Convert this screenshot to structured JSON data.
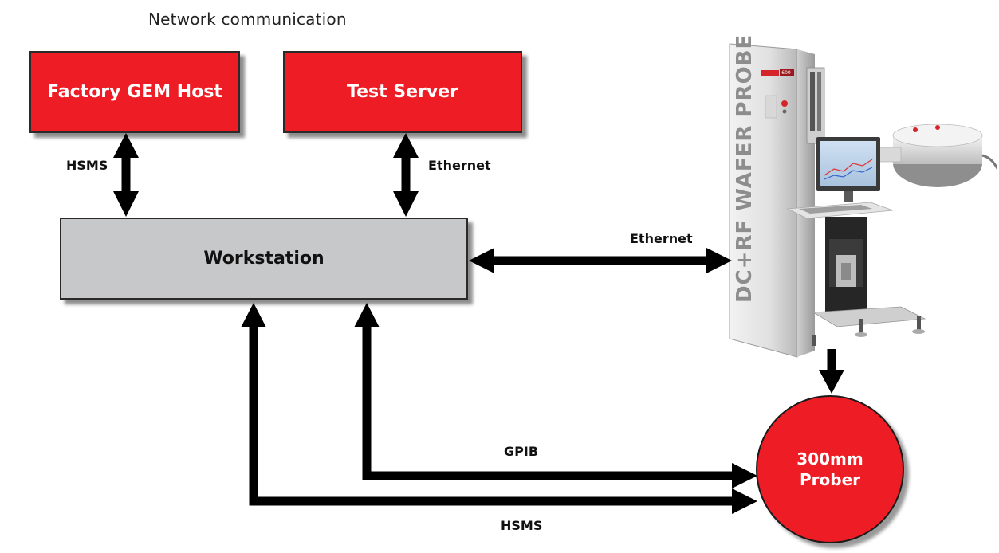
{
  "diagram": {
    "title": "Network communication",
    "nodes": {
      "factory_host": "Factory GEM Host",
      "test_server": "Test Server",
      "workstation": "Workstation",
      "prober_line1": "300mm",
      "prober_line2": "Prober"
    },
    "links": {
      "host_workstation": "HSMS",
      "server_workstation": "Ethernet",
      "workstation_system": "Ethernet",
      "gpib": "GPIB",
      "hsms_prober": "HSMS"
    },
    "equipment": {
      "side_text": "DC+RF WAFER PROBE",
      "badge_text": "600"
    }
  }
}
